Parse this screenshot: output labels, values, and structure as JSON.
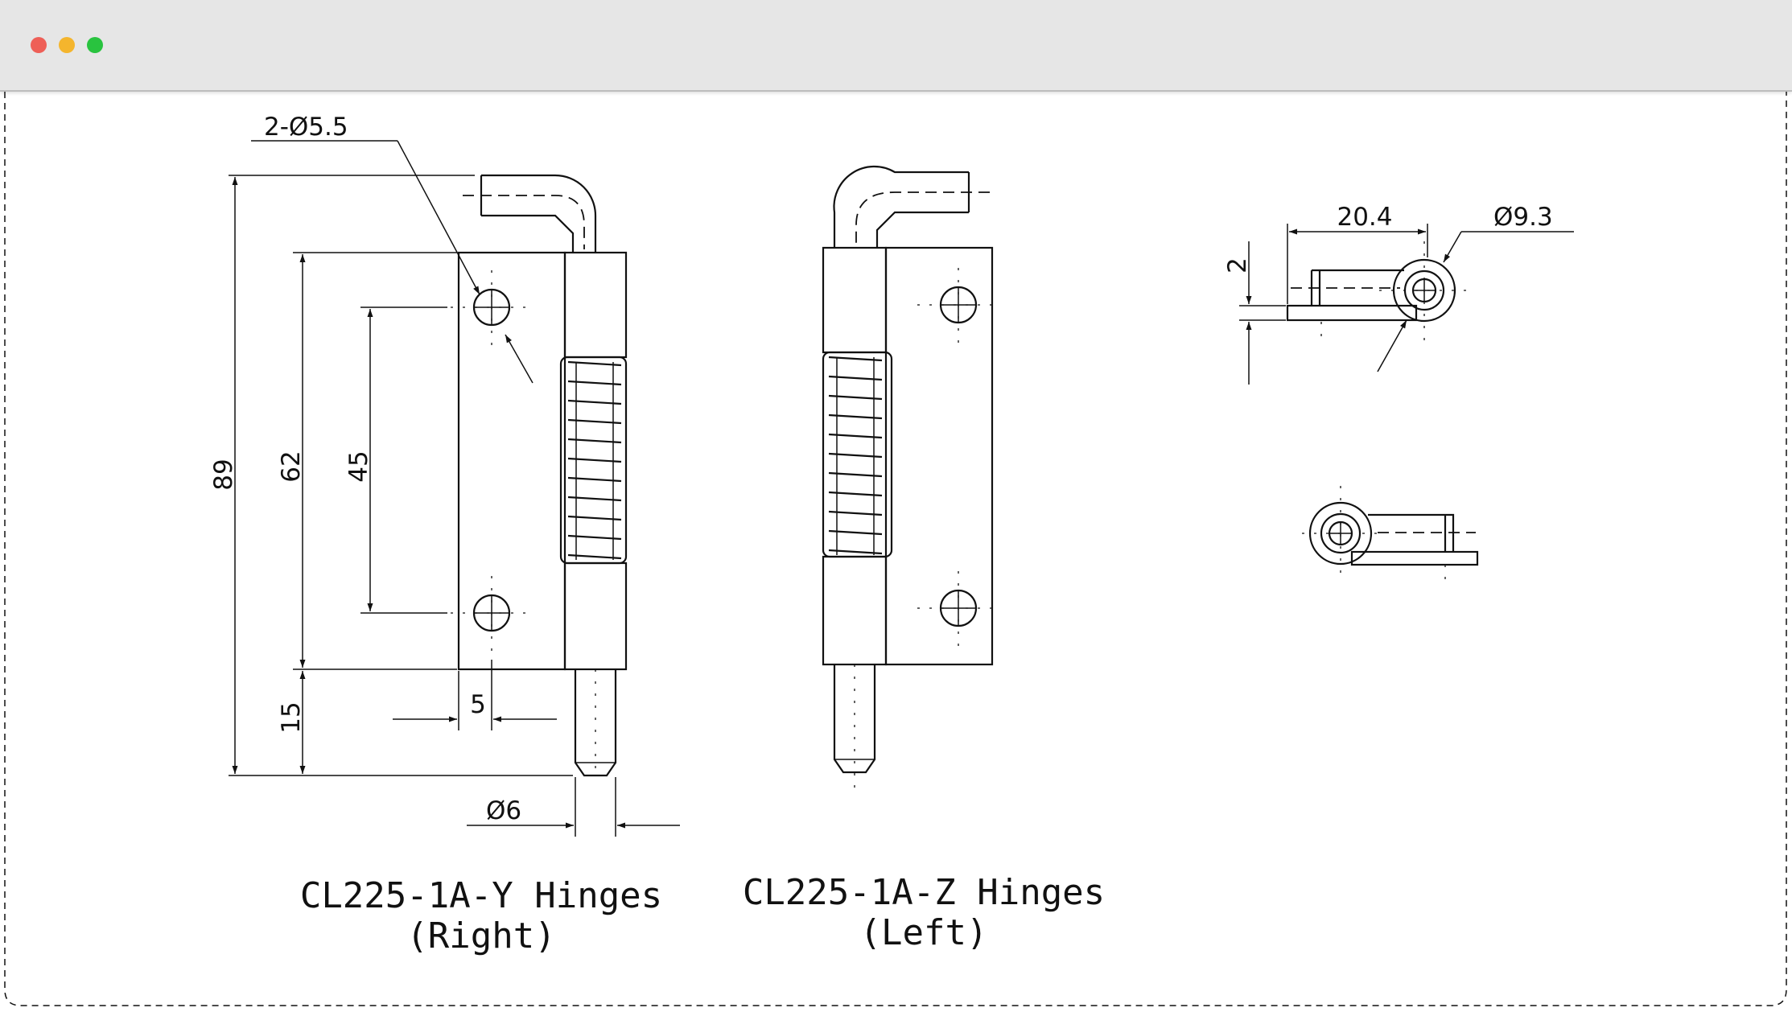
{
  "window": {
    "traffic_lights": [
      "#ee5f57",
      "#f4b52d",
      "#29c33f"
    ],
    "border_color": "#555555"
  },
  "dimensions": {
    "holes": "2-Ø5.5",
    "overall_height": "89",
    "plate_height": "62",
    "hole_spacing": "45",
    "pin_length": "15",
    "hole_edge_offset": "5",
    "pin_diameter": "Ø6",
    "side_length": "20.4",
    "barrel_diameter": "Ø9.3",
    "plate_thickness": "2"
  },
  "labels": {
    "right_title": "CL225-1A-Y Hinges",
    "right_sub": "(Right)",
    "left_title": "CL225-1A-Z Hinges",
    "left_sub": "(Left)"
  }
}
